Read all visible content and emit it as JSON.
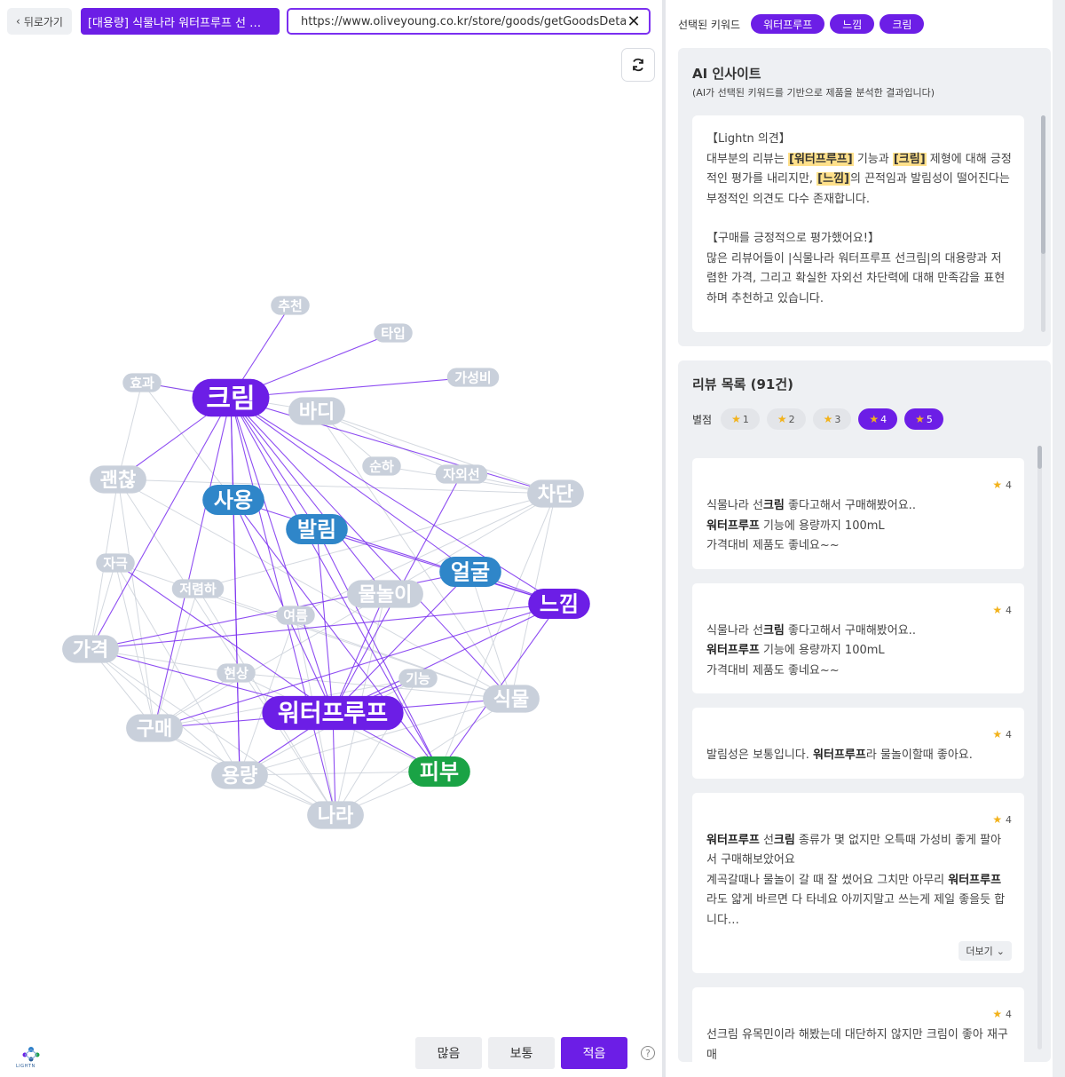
{
  "topbar": {
    "back_label": "뒤로가기",
    "title_chip": "[대용량] 식물나라 워터프루프 선 …",
    "url": "https://www.oliveyoung.co.kr/store/goods/getGoodsDetail.do"
  },
  "graph": {
    "colors": {
      "primary": "#6c1ee6",
      "secondary": "#2f86c9",
      "accent": "#1aa345",
      "muted": "#c9d0db",
      "edge": "#7b2ff0",
      "edge_muted": "#cfd4dc"
    },
    "nodes": [
      {
        "label": "크림",
        "kind": "primary"
      },
      {
        "label": "워터프루프",
        "kind": "primary"
      },
      {
        "label": "느낌",
        "kind": "primary"
      },
      {
        "label": "사용",
        "kind": "secondary"
      },
      {
        "label": "발림",
        "kind": "secondary"
      },
      {
        "label": "얼굴",
        "kind": "secondary"
      },
      {
        "label": "피부",
        "kind": "accent"
      },
      {
        "label": "추천",
        "kind": "muted"
      },
      {
        "label": "타입",
        "kind": "muted"
      },
      {
        "label": "가성비",
        "kind": "muted"
      },
      {
        "label": "효과",
        "kind": "muted"
      },
      {
        "label": "바디",
        "kind": "muted"
      },
      {
        "label": "순하",
        "kind": "muted"
      },
      {
        "label": "자외선",
        "kind": "muted"
      },
      {
        "label": "차단",
        "kind": "muted"
      },
      {
        "label": "괜찮",
        "kind": "muted"
      },
      {
        "label": "자극",
        "kind": "muted"
      },
      {
        "label": "저렴하",
        "kind": "muted"
      },
      {
        "label": "여름",
        "kind": "muted"
      },
      {
        "label": "물놀이",
        "kind": "muted"
      },
      {
        "label": "가격",
        "kind": "muted"
      },
      {
        "label": "현상",
        "kind": "muted"
      },
      {
        "label": "기능",
        "kind": "muted"
      },
      {
        "label": "식물",
        "kind": "muted"
      },
      {
        "label": "구매",
        "kind": "muted"
      },
      {
        "label": "용량",
        "kind": "muted"
      },
      {
        "label": "나라",
        "kind": "muted"
      }
    ]
  },
  "frequency": {
    "buttons": [
      "많음",
      "보통",
      "적음"
    ],
    "active_index": 2
  },
  "logo_text": "LIGHTN",
  "keywords": {
    "label": "선택된 키워드",
    "chips": [
      "워터프루프",
      "느낌",
      "크림"
    ]
  },
  "insight": {
    "title": "AI 인사이트",
    "subtitle": "(AI가 선택된 키워드를 기반으로 제품을 분석한 결과입니다)",
    "opinion_header": "【Lightn 의견】",
    "opinion_parts": [
      {
        "t": "대부분의 리뷰는 "
      },
      {
        "t": "[워터프루프]",
        "hl": true
      },
      {
        "t": " 기능과 "
      },
      {
        "t": "[크림]",
        "hl": true
      },
      {
        "t": " 제형에 대해 긍정적인 평가를 내리지만, "
      },
      {
        "t": "[느낌]",
        "hl": true
      },
      {
        "t": "의 끈적임과 발림성이 떨어진다는 부정적인 의견도 다수 존재합니다."
      }
    ],
    "positive_header": "【구매를 긍정적으로 평가했어요!】",
    "positive_text": "많은 리뷰어들이 |식물나라 워터프루프 선크림|의 대용량과 저렴한 가격, 그리고 확실한 자외선 차단력에 대해 만족감을 표현하며 추천하고 있습니다."
  },
  "reviews": {
    "title": "리뷰 목록 (91건)",
    "star_label": "별점",
    "filters": [
      {
        "label": "1",
        "active": false
      },
      {
        "label": "2",
        "active": false
      },
      {
        "label": "3",
        "active": false
      },
      {
        "label": "4",
        "active": true
      },
      {
        "label": "5",
        "active": true
      }
    ],
    "more_label": "더보기",
    "items": [
      {
        "rating": "4",
        "parts": [
          {
            "t": "식물나라 선"
          },
          {
            "t": "크림",
            "b": true
          },
          {
            "t": " 좋다고해서 구매해봤어요.."
          },
          {
            "br": true
          },
          {
            "t": "워터프루프",
            "b": true
          },
          {
            "t": " 기능에 용량까지 100mL"
          },
          {
            "br": true
          },
          {
            "t": "가격대비 제품도 좋네요~~"
          }
        ]
      },
      {
        "rating": "4",
        "parts": [
          {
            "t": "식물나라 선"
          },
          {
            "t": "크림",
            "b": true
          },
          {
            "t": " 좋다고해서 구매해봤어요.."
          },
          {
            "br": true
          },
          {
            "t": "워터프루프",
            "b": true
          },
          {
            "t": " 기능에 용량까지 100mL"
          },
          {
            "br": true
          },
          {
            "t": "가격대비 제품도 좋네요~~"
          }
        ]
      },
      {
        "rating": "4",
        "parts": [
          {
            "t": "발림성은 보통입니다. "
          },
          {
            "t": "워터프루프",
            "b": true
          },
          {
            "t": "라 물놀이할때 좋아요."
          }
        ]
      },
      {
        "rating": "4",
        "more": true,
        "parts": [
          {
            "t": "워터프루프",
            "b": true
          },
          {
            "t": " 선"
          },
          {
            "t": "크림",
            "b": true
          },
          {
            "t": " 종류가 몇 없지만 오특때 가성비 좋게 팔아서 구매해보았어요"
          },
          {
            "br": true
          },
          {
            "t": "계곡갈때나 물놀이 갈 때 잘 썼어요 그치만 아무리 "
          },
          {
            "t": "워터프루프",
            "b": true
          },
          {
            "t": "라도 얇게 바르면 다 타네요 아끼지말고 쓰는게 제일 좋을듯 합니다…"
          }
        ]
      },
      {
        "rating": "4",
        "parts": [
          {
            "t": "선크림 유목민이라 해봤는데 대단하지 않지만 크림이 좋아 재구매"
          }
        ]
      }
    ]
  }
}
